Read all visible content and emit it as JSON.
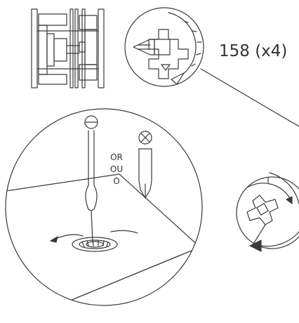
{
  "part_label": "158 (x4)",
  "screwdriver_or": {
    "line1": "OR",
    "line2": "OU",
    "line3": "O"
  },
  "icons": {
    "flathead_tip": "flathead-slot-icon",
    "phillips_tip": "phillips-cross-icon",
    "rotate_arrow": "clockwise-arrow-icon"
  },
  "colors": {
    "stroke": "#3a3a3a",
    "text": "#333333",
    "background": "#ffffff"
  }
}
